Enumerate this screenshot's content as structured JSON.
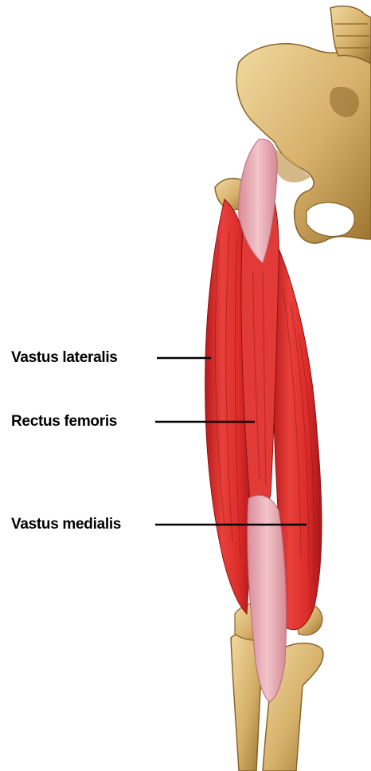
{
  "labels": {
    "vastus_lateralis": "Vastus lateralis",
    "rectus_femoris": "Rectus femoris",
    "vastus_medialis": "Vastus medialis"
  },
  "colors": {
    "bone": "#d9b777",
    "bone_shadow": "#a67f3c",
    "muscle": "#e2302c",
    "muscle_dark": "#b0181a",
    "tendon": "#eab6bc",
    "leader_line": "#000000"
  }
}
